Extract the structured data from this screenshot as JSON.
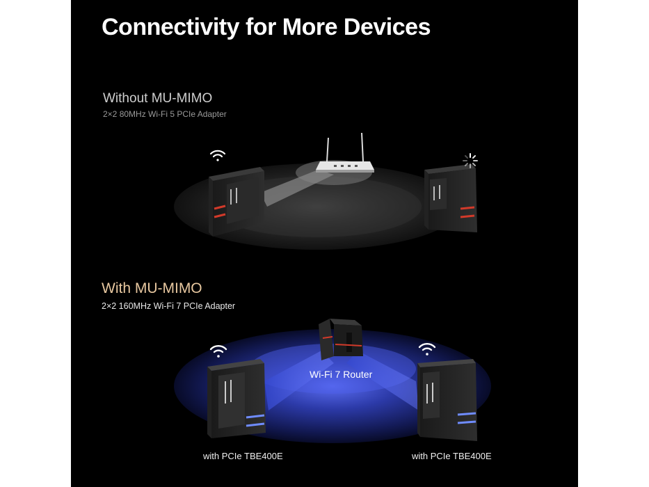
{
  "title": "Connectivity for More Devices",
  "without": {
    "heading": "Without MU-MIMO",
    "subheading": "2×2 80MHz Wi-Fi 5 PCIe Adapter"
  },
  "with": {
    "heading": "With MU-MIMO",
    "subheading": "2×2 160MHz Wi-Fi 7 PCIe Adapter",
    "router_label": "Wi-Fi 7 Router",
    "left_pc_label": "with PCIe TBE400E",
    "right_pc_label": "with PCIe TBE400E"
  },
  "icons": {
    "connected": "wifi-icon",
    "waiting": "loading-spinner-icon"
  },
  "colors": {
    "background": "#000000",
    "with_heading": "#e8c8a0",
    "beam_blue": "#4a5fd6",
    "pc_accent_red": "#d23a2a"
  }
}
